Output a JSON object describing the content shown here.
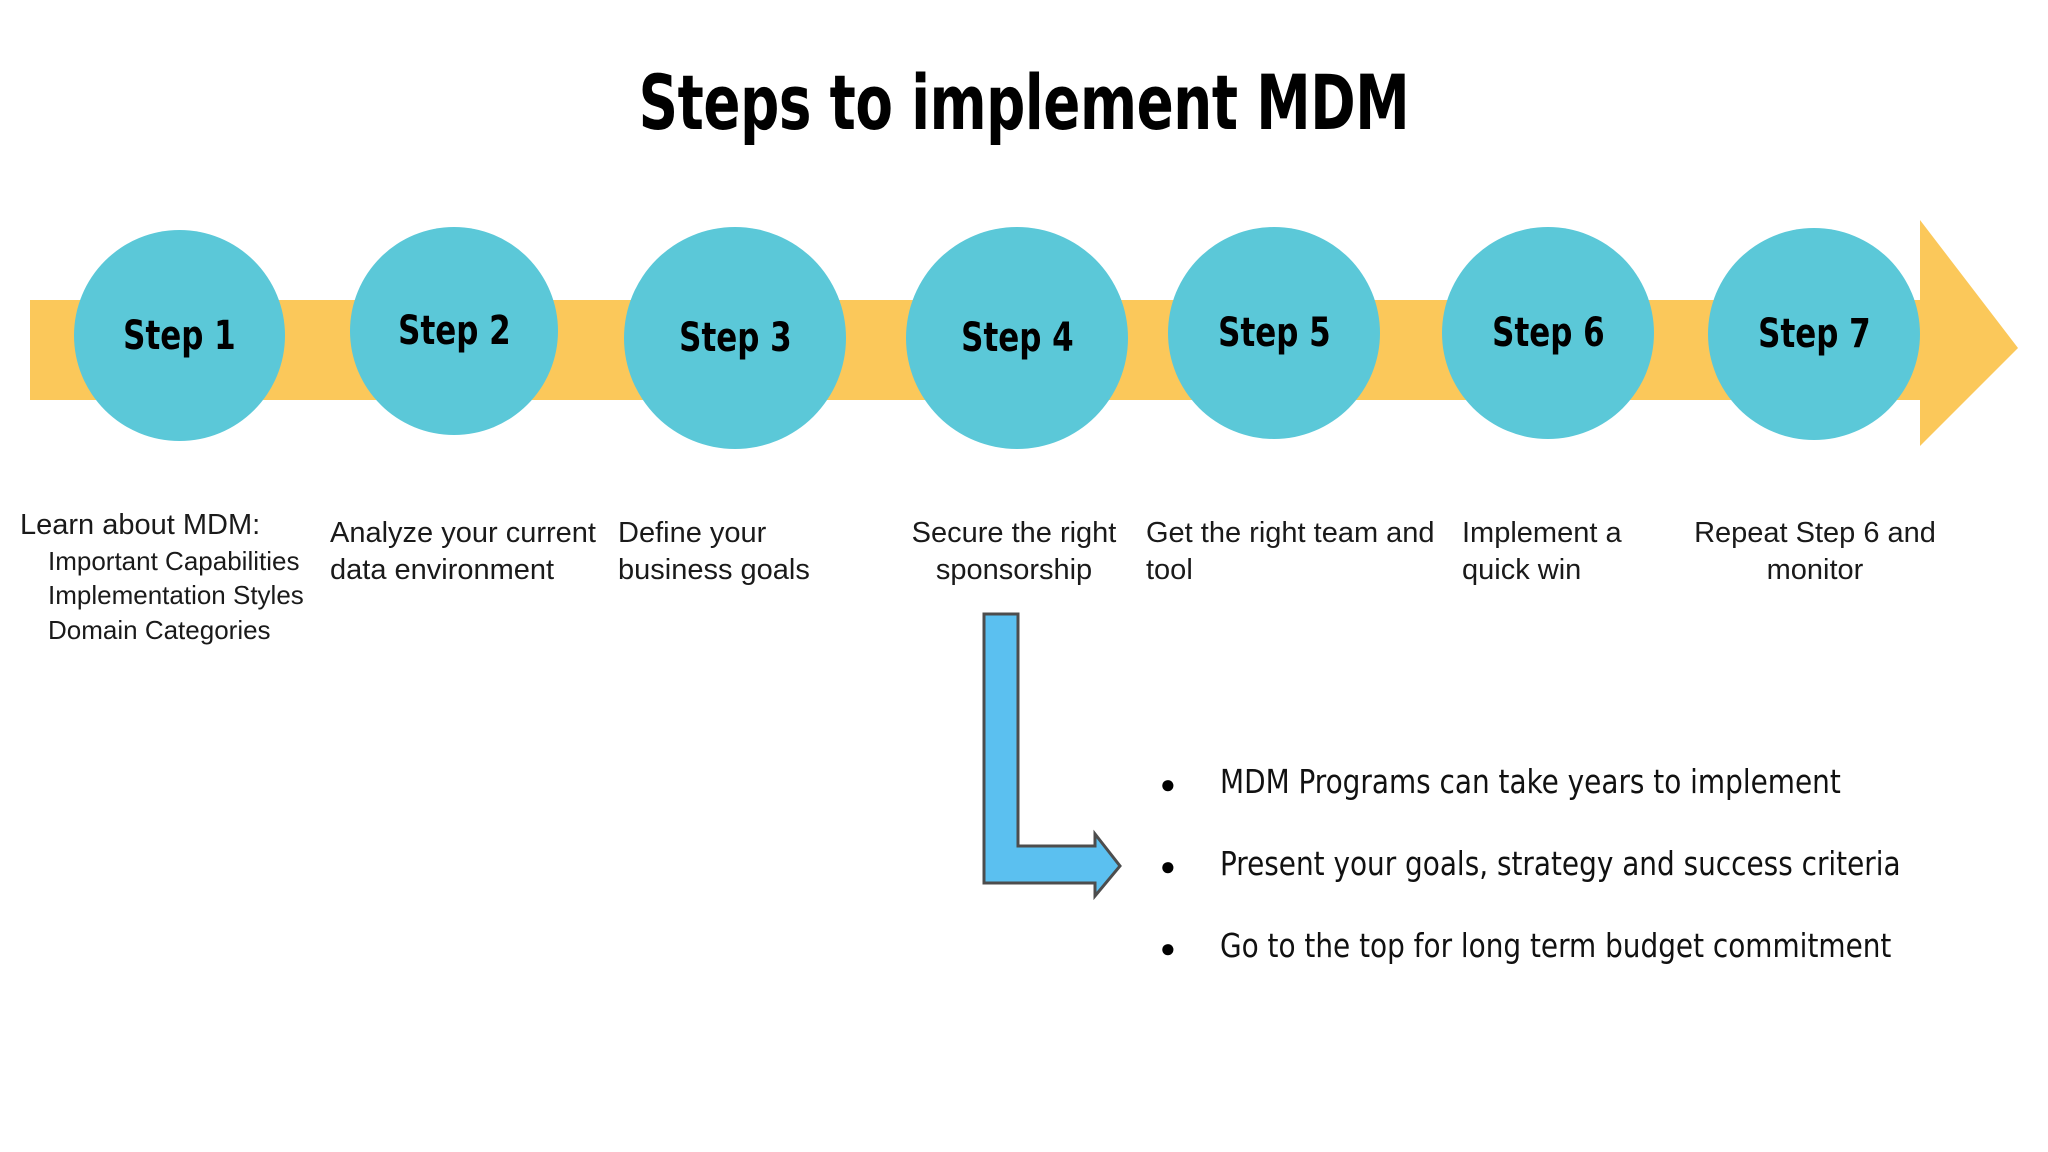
{
  "title": "Steps to implement MDM",
  "colors": {
    "circle_fill": "#5bc8d8",
    "band_fill": "#fbc85a",
    "elbow_fill": "#5bc0f0",
    "elbow_stroke": "#4d4d4d",
    "text": "#000000",
    "background": "#ffffff"
  },
  "process": {
    "steps": [
      {
        "label": "Step 1",
        "caption": "Learn about MDM:",
        "align": "left",
        "sub_items": [
          "Important Capabilities",
          "Implementation Styles",
          "Domain Categories"
        ]
      },
      {
        "label": "Step 2",
        "caption": "Analyze your current data environment",
        "align": "left",
        "sub_items": []
      },
      {
        "label": "Step 3",
        "caption": "Define your business goals",
        "align": "left",
        "sub_items": []
      },
      {
        "label": "Step 4",
        "caption": "Secure the right sponsorship",
        "align": "centered",
        "sub_items": []
      },
      {
        "label": "Step 5",
        "caption": "Get the right team and tool",
        "align": "left",
        "sub_items": []
      },
      {
        "label": "Step 6",
        "caption": "Implement a quick win",
        "align": "left",
        "sub_items": []
      },
      {
        "label": "Step 7",
        "caption": "Repeat Step 6 and monitor",
        "align": "centered",
        "sub_items": []
      }
    ]
  },
  "notes": {
    "bullet_glyph": "●",
    "items": [
      "MDM Programs can take years to implement",
      "Present your goals, strategy and success criteria",
      "Go to the top for long term budget commitment"
    ]
  }
}
